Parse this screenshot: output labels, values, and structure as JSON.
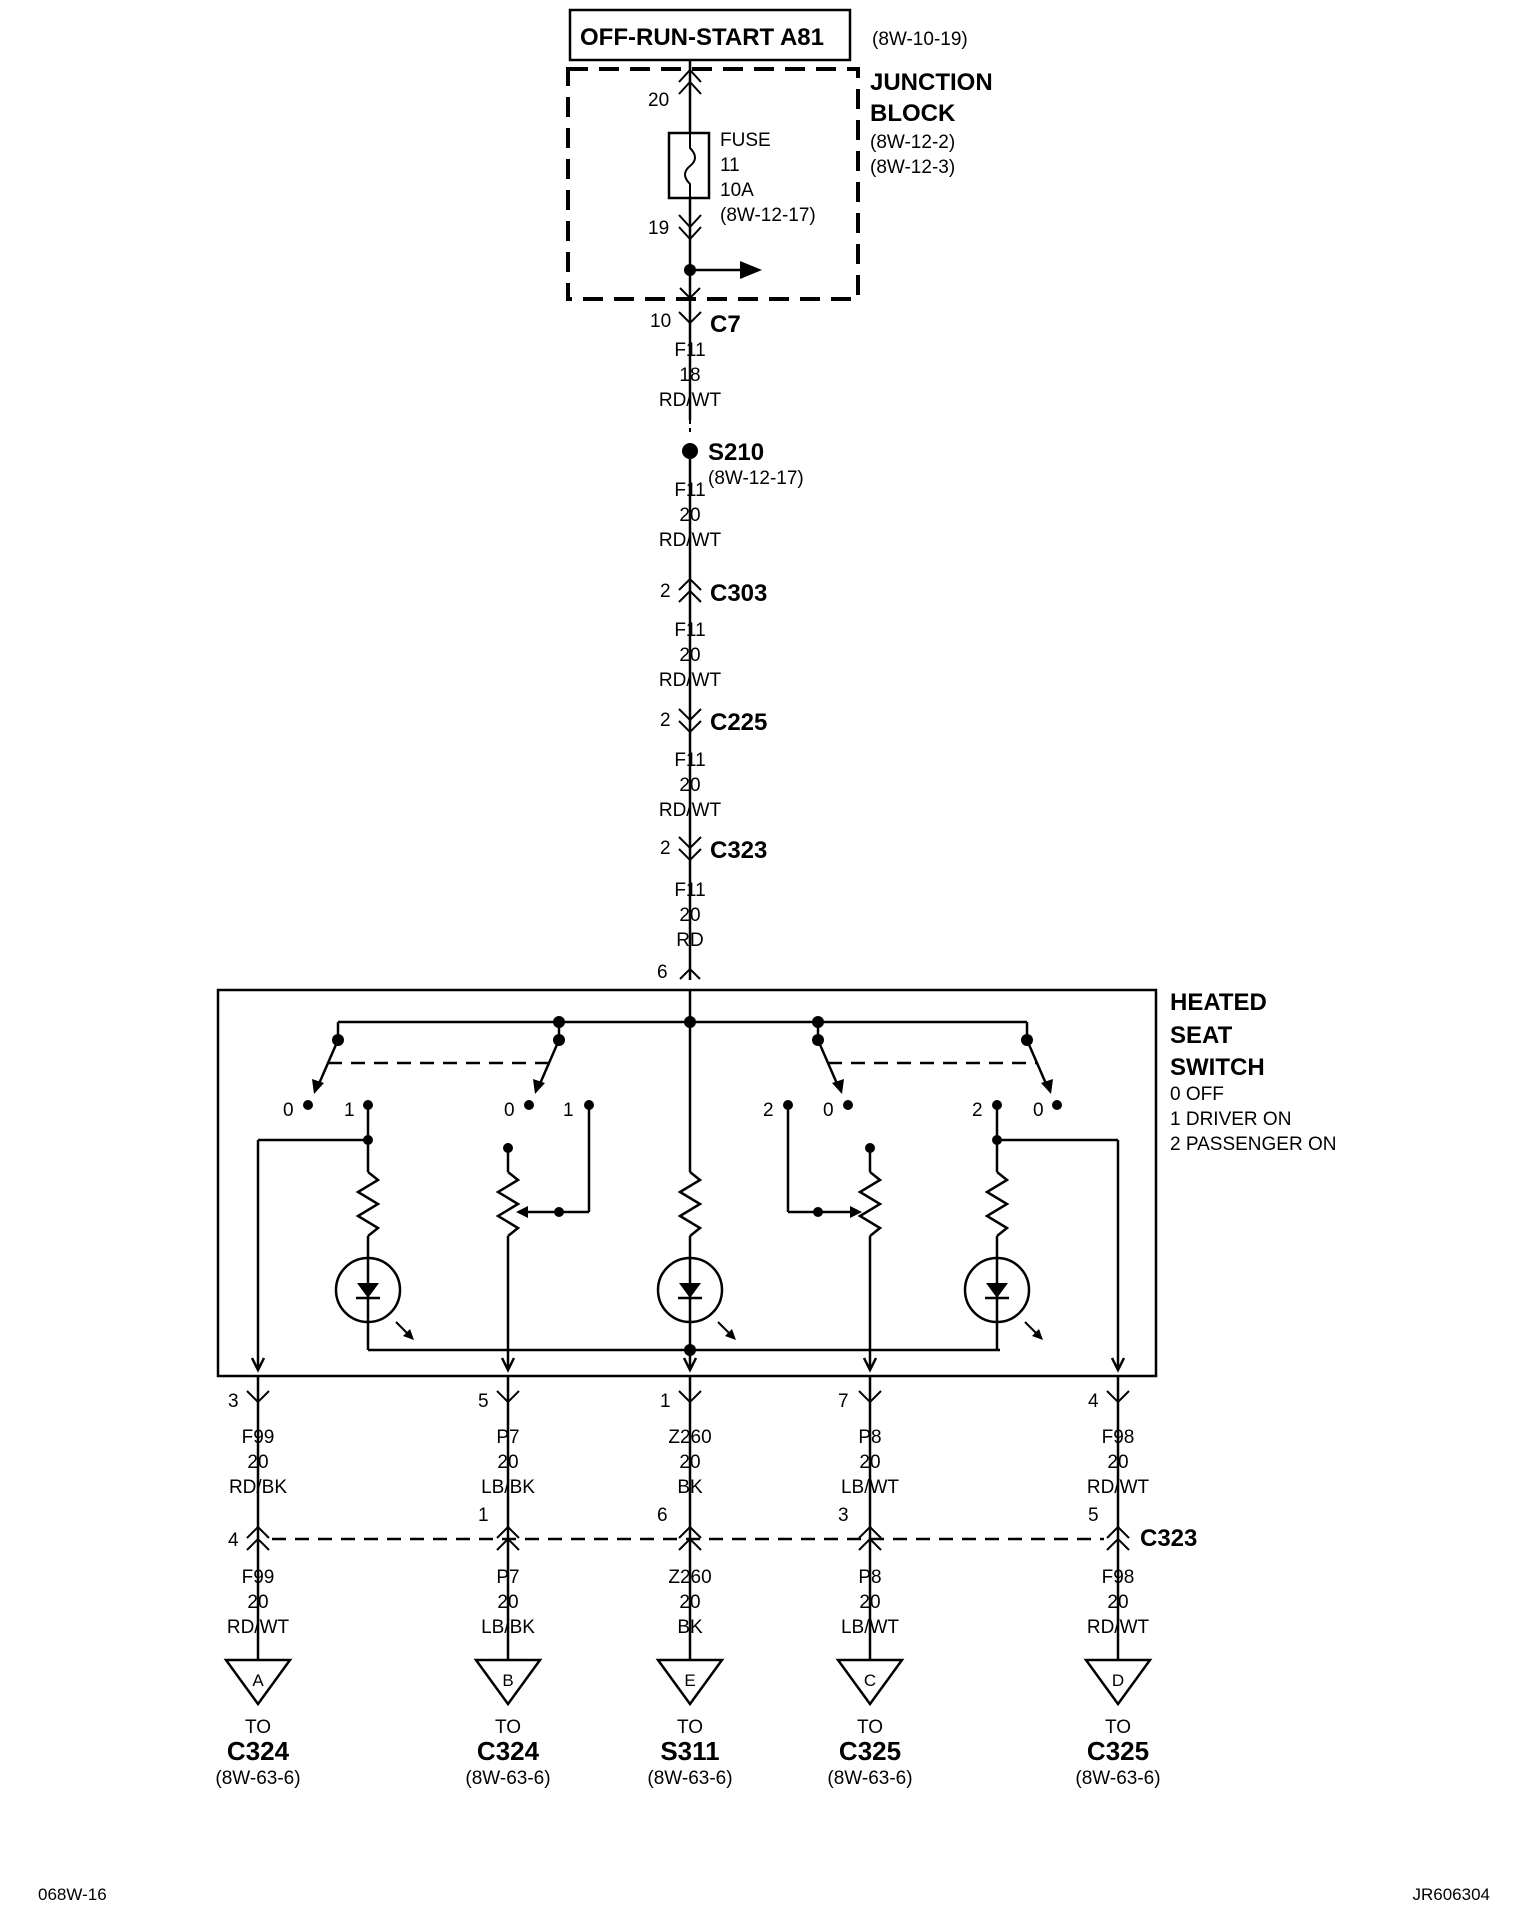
{
  "title": "OFF-RUN-START A81",
  "title_ref": "(8W-10-19)",
  "junction_block": {
    "line1": "JUNCTION",
    "line2": "BLOCK",
    "ref1": "(8W-12-2)",
    "ref2": "(8W-12-3)"
  },
  "fuse": {
    "pin_in": "20",
    "pin_out": "19",
    "label": "FUSE",
    "number": "11",
    "rating": "10A",
    "ref": "(8W-12-17)"
  },
  "main_feed": [
    {
      "pin": "10",
      "connector": "C7",
      "circuit": "F11",
      "gauge": "18",
      "color": "RD/WT"
    },
    {
      "splice": "S210",
      "splice_ref": "(8W-12-17)",
      "circuit": "F11",
      "gauge": "20",
      "color": "RD/WT"
    },
    {
      "pin": "2",
      "connector": "C303",
      "circuit": "F11",
      "gauge": "20",
      "color": "RD/WT"
    },
    {
      "pin": "2",
      "connector": "C225",
      "circuit": "F11",
      "gauge": "20",
      "color": "RD/WT"
    },
    {
      "pin": "2",
      "connector": "C323",
      "circuit": "F11",
      "gauge": "20",
      "color": "RD"
    }
  ],
  "switch_pin": "6",
  "switch": {
    "line1": "HEATED",
    "line2": "SEAT",
    "line3": "SWITCH",
    "legend": [
      "0 OFF",
      "1 DRIVER ON",
      "2 PASSENGER ON"
    ],
    "positions": [
      "0",
      "1",
      "0",
      "1",
      "2",
      "0",
      "2",
      "0"
    ]
  },
  "outputs": [
    {
      "pin": "3",
      "circuit": "F99",
      "gauge": "20",
      "color": "RD/BK",
      "c323_pin": "4",
      "circuit2": "F99",
      "gauge2": "20",
      "color2": "RD/WT",
      "letter": "A",
      "to": "TO",
      "dest": "C324",
      "ref": "(8W-63-6)"
    },
    {
      "pin": "5",
      "circuit": "P7",
      "gauge": "20",
      "color": "LB/BK",
      "c323_pin": "1",
      "circuit2": "P7",
      "gauge2": "20",
      "color2": "LB/BK",
      "letter": "B",
      "to": "TO",
      "dest": "C324",
      "ref": "(8W-63-6)"
    },
    {
      "pin": "1",
      "circuit": "Z260",
      "gauge": "20",
      "color": "BK",
      "c323_pin": "6",
      "circuit2": "Z260",
      "gauge2": "20",
      "color2": "BK",
      "letter": "E",
      "to": "TO",
      "dest": "S311",
      "ref": "(8W-63-6)"
    },
    {
      "pin": "7",
      "circuit": "P8",
      "gauge": "20",
      "color": "LB/WT",
      "c323_pin": "3",
      "circuit2": "P8",
      "gauge2": "20",
      "color2": "LB/WT",
      "letter": "C",
      "to": "TO",
      "dest": "C325",
      "ref": "(8W-63-6)"
    },
    {
      "pin": "4",
      "circuit": "F98",
      "gauge": "20",
      "color": "RD/WT",
      "c323_pin": "5",
      "circuit2": "F98",
      "gauge2": "20",
      "color2": "RD/WT",
      "letter": "D",
      "to": "TO",
      "dest": "C325",
      "ref": "(8W-63-6)"
    }
  ],
  "bottom_connector": "C323",
  "footer_left": "068W-16",
  "footer_right": "JR606304"
}
